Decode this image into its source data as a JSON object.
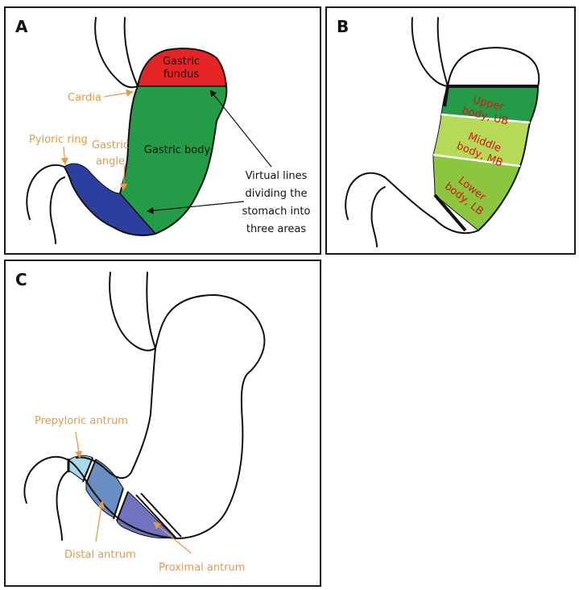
{
  "panels": {
    "a": {
      "letter": "A",
      "fundus_l1": "Gastric",
      "fundus_l2": "fundus",
      "cardia": "Cardia",
      "body": "Gastric body",
      "pyloric_ring": "Pyloric ring",
      "angle_l1": "Gastric",
      "angle_l2": "angle",
      "virtual_l1": "Virtual lines",
      "virtual_l2": "dividing the",
      "virtual_l3": "stomach into",
      "virtual_l4": "three areas"
    },
    "b": {
      "letter": "B",
      "upper_l1": "Upper",
      "upper_l2": "body, UB",
      "middle_l1": "Middle",
      "middle_l2": "body, MB",
      "lower_l1": "Lower",
      "lower_l2": "body, LB"
    },
    "c": {
      "letter": "C",
      "prepyloric": "Prepyloric antrum",
      "distal": "Distal antrum",
      "proximal": "Proximal antrum"
    }
  },
  "colors": {
    "fundus": "#e52525",
    "body": "#239b47",
    "antrum": "#2c3e9e",
    "upper_body": "#239b47",
    "middle_body": "#b6d957",
    "lower_body": "#8cc63f",
    "prepyloric_antrum": "#a8d8ea",
    "distal_antrum": "#6a8fc2",
    "proximal_antrum": "#7273c0",
    "label_orange": "#e8994a",
    "label_red": "#cc1b1b"
  }
}
